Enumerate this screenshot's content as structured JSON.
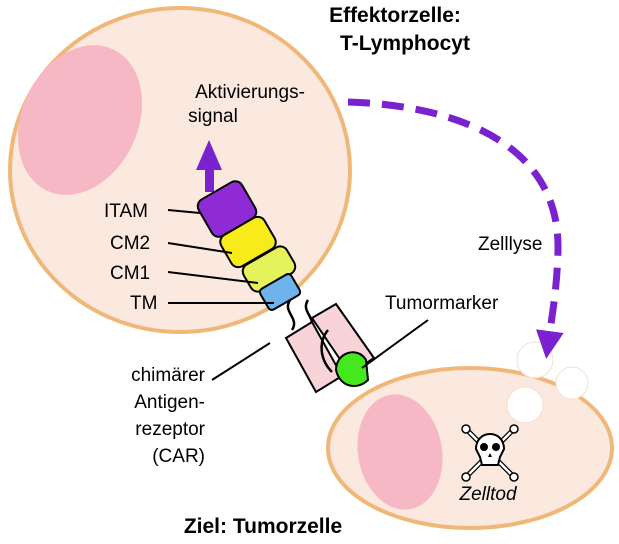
{
  "title": {
    "line1": "Effektorzelle:",
    "line2": "T-Lymphocyt"
  },
  "target_title": "Ziel: Tumorzelle",
  "activation_signal": {
    "line1": "Aktivierungs-",
    "line2": "signal"
  },
  "domains": {
    "itam": "ITAM",
    "cm2": "CM2",
    "cm1": "CM1",
    "tm": "TM"
  },
  "car_label": {
    "line1": "chimärer",
    "line2": "Antigen-",
    "line3": "rezeptor",
    "line4": "(CAR)"
  },
  "tumor_marker": "Tumormarker",
  "lysis": "Zelllyse",
  "cell_death": "Zelltod",
  "colors": {
    "cell_fill": "#fbe9e0",
    "cell_border": "#f0b878",
    "nucleus": "#f5b8c4",
    "itam": "#8e2bd6",
    "cm2": "#f7ec1a",
    "cm1": "#e6f25a",
    "tm": "#6fb3ec",
    "antibody": "#f8d4d8",
    "tumor_marker": "#45e81c",
    "arrow": "#7a22d0"
  },
  "icons": {
    "death": "skull-crossbones-icon"
  }
}
